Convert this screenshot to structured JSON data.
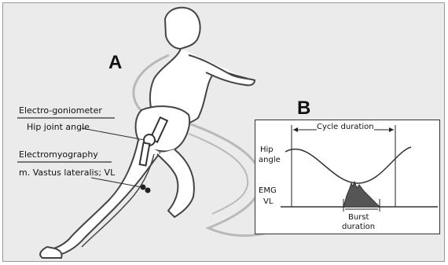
{
  "panel_a": {
    "letter": "A",
    "goniometer_heading": "Electro-goniometer",
    "goniometer_label": "Hip joint angle",
    "emg_heading": "Electromyography",
    "emg_label": "m. Vastus lateralis; VL"
  },
  "panel_b": {
    "letter": "B",
    "cycle_label": "Cycle duration",
    "hip_angle_label_1": "Hip",
    "hip_angle_label_2": "angle",
    "emg_label_1": "EMG",
    "emg_label_2": "VL",
    "burst_label_1": "Burst",
    "burst_label_2": "duration"
  },
  "colors": {
    "background": "#ebebeb",
    "outline": "#444444",
    "ghost_figure": "#b9b9b9",
    "burst_fill": "#555555"
  }
}
